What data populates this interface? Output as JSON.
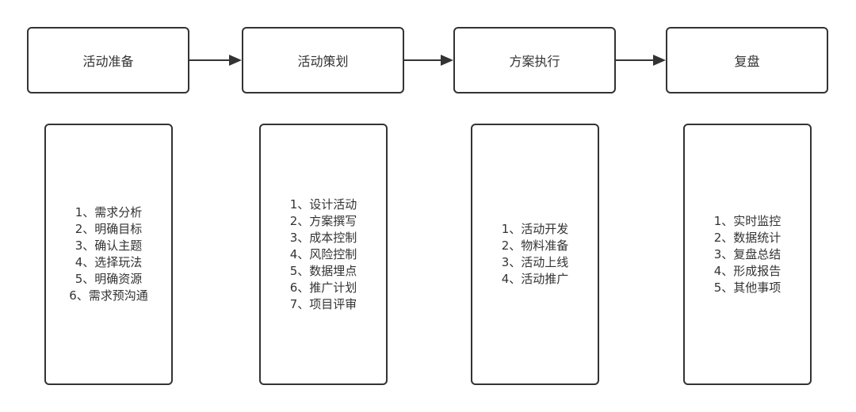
{
  "stages": [
    {
      "title": "活动准备",
      "items": [
        "1、需求分析",
        "2、明确目标",
        "3、确认主题",
        "4、选择玩法",
        "5、明确资源",
        "6、需求预沟通"
      ]
    },
    {
      "title": "活动策划",
      "items": [
        "1、设计活动",
        "2、方案撰写",
        "3、成本控制",
        "4、风险控制",
        "5、数据埋点",
        "6、推广计划",
        "7、项目评审"
      ]
    },
    {
      "title": "方案执行",
      "items": [
        "1、活动开发",
        "2、物料准备",
        "3、活动上线",
        "4、活动推广"
      ]
    },
    {
      "title": "复盘",
      "items": [
        "1、实时监控",
        "2、数据统计",
        "3、复盘总结",
        "4、形成报告",
        "5、其他事项"
      ]
    }
  ],
  "colors": {
    "stroke": "#333333",
    "text": "#333333",
    "background": "#ffffff"
  }
}
